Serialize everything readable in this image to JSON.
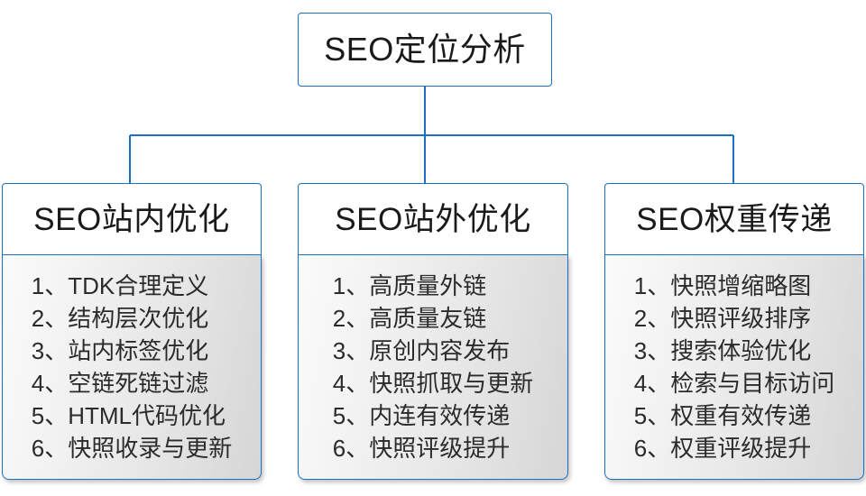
{
  "diagram": {
    "type": "organization-tree",
    "root": {
      "label": "SEO定位分析"
    },
    "colors": {
      "border": "#1F6FC0",
      "connector": "#1F6FC0",
      "header_fill": "#FFFFFF",
      "body_fill_light": "#FBFBFB",
      "body_fill_dark": "#D6D6D6",
      "text": "#1A1A1A"
    },
    "branches": [
      {
        "title": "SEO站内优化",
        "items": [
          "1、TDK合理定义",
          "2、结构层次优化",
          "3、站内标签优化",
          "4、空链死链过滤",
          "5、HTML代码优化",
          "6、快照收录与更新"
        ]
      },
      {
        "title": "SEO站外优化",
        "items": [
          "1、高质量外链",
          "2、高质量友链",
          "3、原创内容发布",
          "4、快照抓取与更新",
          "5、内连有效传递",
          "6、快照评级提升"
        ]
      },
      {
        "title": "SEO权重传递",
        "items": [
          "1、快照增缩略图",
          "2、快照评级排序",
          "3、搜索体验优化",
          "4、检索与目标访问",
          "5、权重有效传递",
          "6、权重评级提升"
        ]
      }
    ]
  }
}
